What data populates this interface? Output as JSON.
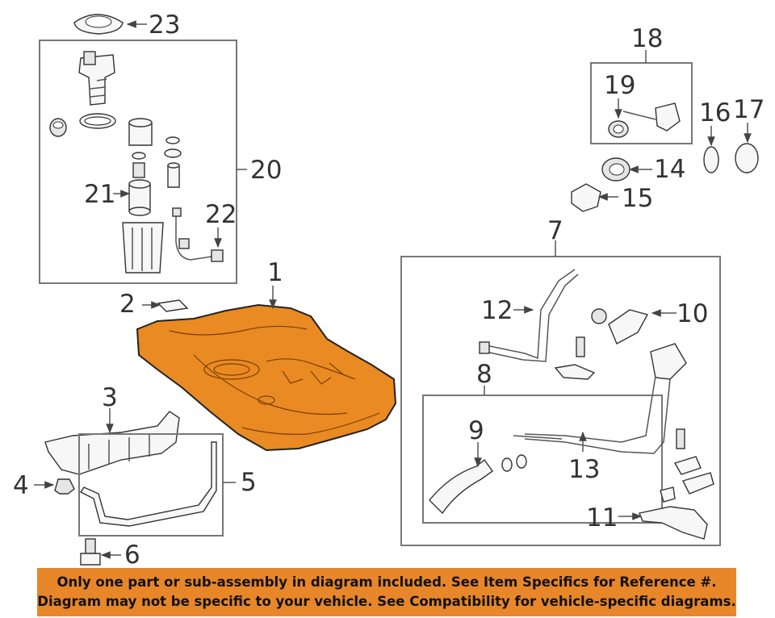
{
  "colors": {
    "tank_fill": "#e98a22",
    "banner_bg": "#e8862a",
    "line": "#555555"
  },
  "callouts": {
    "n1": "1",
    "n2": "2",
    "n3": "3",
    "n4": "4",
    "n5": "5",
    "n6": "6",
    "n7": "7",
    "n8": "8",
    "n9": "9",
    "n10": "10",
    "n11": "11",
    "n12": "12",
    "n13": "13",
    "n14": "14",
    "n15": "15",
    "n16": "16",
    "n17": "17",
    "n18": "18",
    "n19": "19",
    "n20": "20",
    "n21": "21",
    "n22": "22",
    "n23": "23"
  },
  "banner": {
    "line1": "Only one part or sub-assembly in diagram included. See Item Specifics for Reference #.",
    "line2": "Diagram may not be specific to your vehicle. See Compatibility for vehicle-specific diagrams."
  }
}
